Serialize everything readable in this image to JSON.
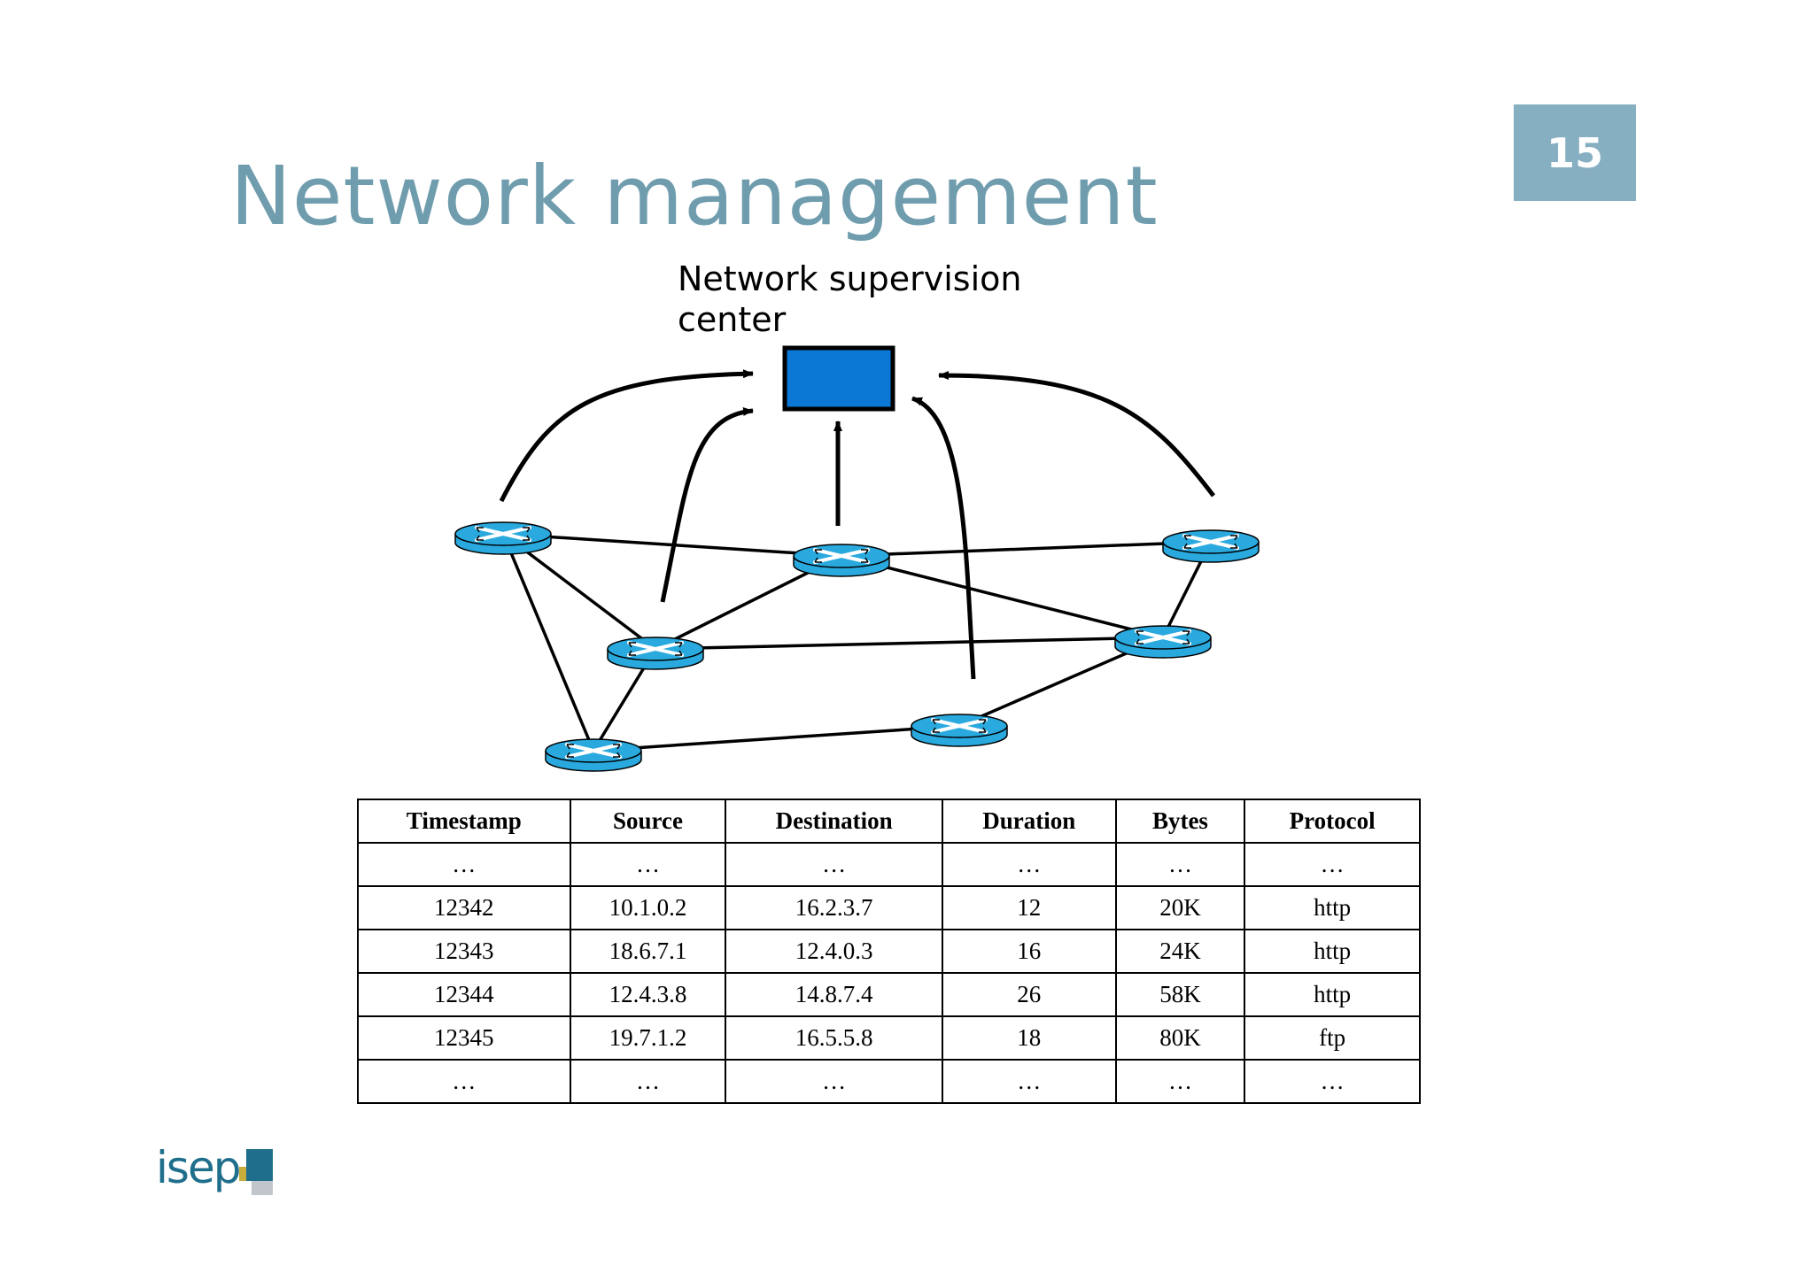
{
  "slide": {
    "number": "15",
    "title": "Network management"
  },
  "diagram": {
    "center_label": "Network supervision center",
    "center_color": "#0a78d4",
    "router_color": "#29a9de",
    "routers": [
      "router-a",
      "router-b",
      "router-c",
      "router-d",
      "router-e",
      "router-f",
      "router-g"
    ]
  },
  "table": {
    "headers": [
      "Timestamp",
      "Source",
      "Destination",
      "Duration",
      "Bytes",
      "Protocol"
    ],
    "rows": [
      [
        "…",
        "…",
        "…",
        "…",
        "…",
        "…"
      ],
      [
        "12342",
        "10.1.0.2",
        "16.2.3.7",
        "12",
        "20K",
        "http"
      ],
      [
        "12343",
        "18.6.7.1",
        "12.4.0.3",
        "16",
        "24K",
        "http"
      ],
      [
        "12344",
        "12.4.3.8",
        "14.8.7.4",
        "26",
        "58K",
        "http"
      ],
      [
        "12345",
        "19.7.1.2",
        "16.5.5.8",
        "18",
        "80K",
        "ftp"
      ],
      [
        "…",
        "…",
        "…",
        "…",
        "…",
        "…"
      ]
    ]
  },
  "logo": {
    "text": "isep"
  }
}
